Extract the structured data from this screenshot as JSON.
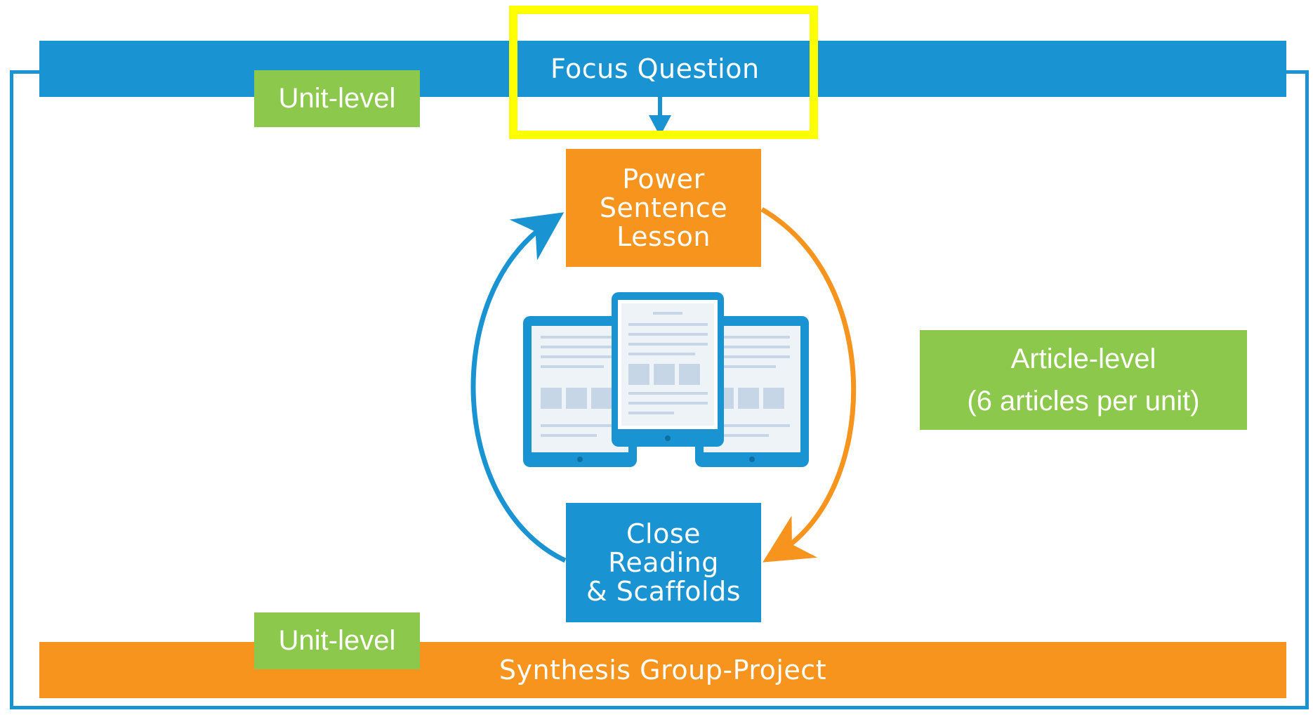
{
  "diagram": {
    "top_bar_label": "Focus Question",
    "bottom_bar_label": "Synthesis Group-Project",
    "unit_label_top": "Unit-level",
    "unit_label_bottom": "Unit-level",
    "article_label": {
      "line1": "Article-level",
      "line2": "(6 articles per unit)"
    },
    "power_box": {
      "line1": "Power",
      "line2": "Sentence",
      "line3": "Lesson"
    },
    "close_box": {
      "line1": "Close",
      "line2": "Reading",
      "line3": "& Scaffolds"
    },
    "icons": [
      "tablet-group-icon",
      "arrow-down-icon",
      "cycle-arrow-blue",
      "cycle-arrow-orange"
    ],
    "colors": {
      "blue": "#1a93d2",
      "orange": "#f7941d",
      "green": "#8cc84b",
      "highlight": "#ffff00",
      "tablet_screen": "#eef3f8"
    }
  }
}
